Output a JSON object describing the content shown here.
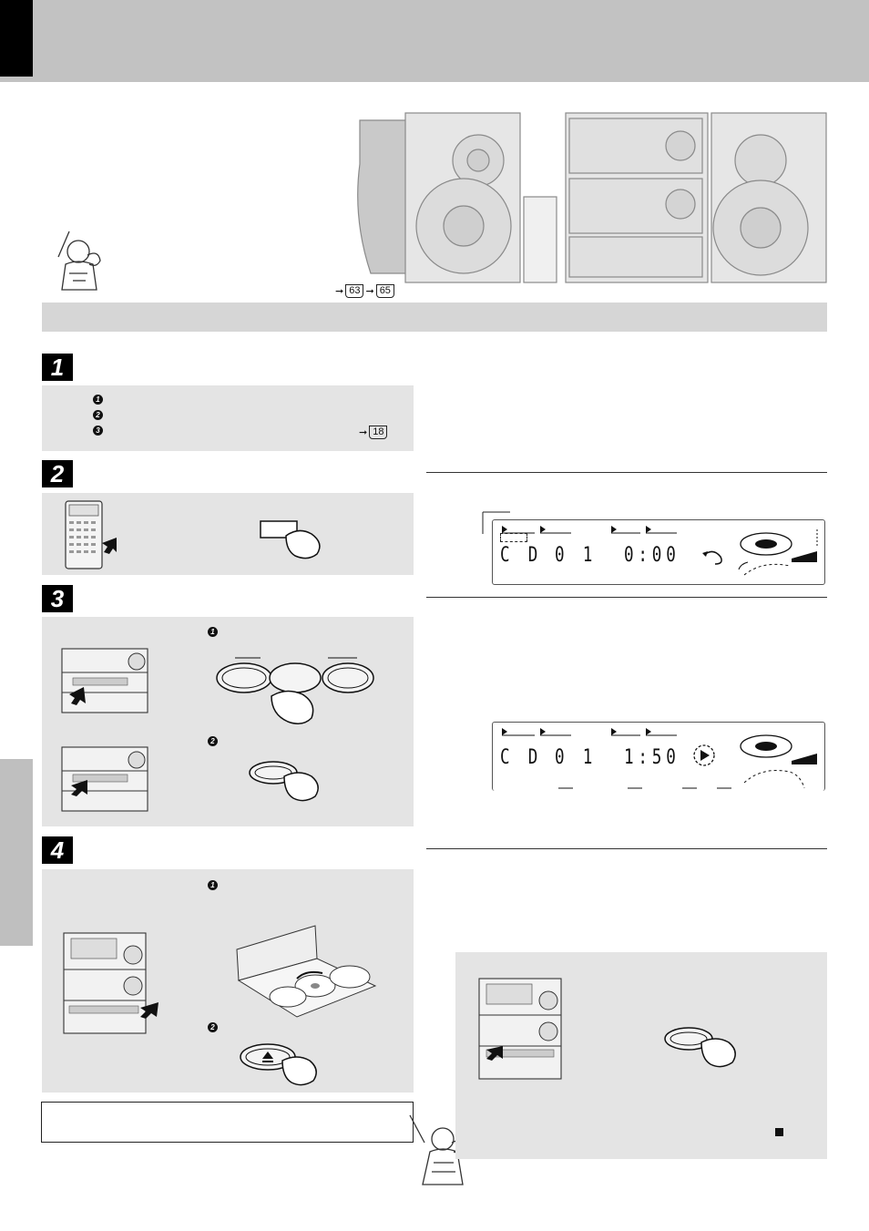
{
  "refs": {
    "intro_a": "63",
    "intro_b": "65",
    "step1_item3": "18"
  },
  "steps": {
    "s1": "1",
    "s2": "2",
    "s3": "3",
    "s4": "4"
  },
  "bullets": {
    "b1": "1",
    "b2": "2",
    "b3": "3"
  },
  "display1": {
    "source": "C D",
    "disc": "0 1",
    "time": "0:00"
  },
  "display2": {
    "source": "C D",
    "disc": "0 1",
    "time": "1:50"
  },
  "icons": {
    "eject": "eject-icon",
    "stop": "stop-icon",
    "arrow": "arrow-right-icon"
  }
}
